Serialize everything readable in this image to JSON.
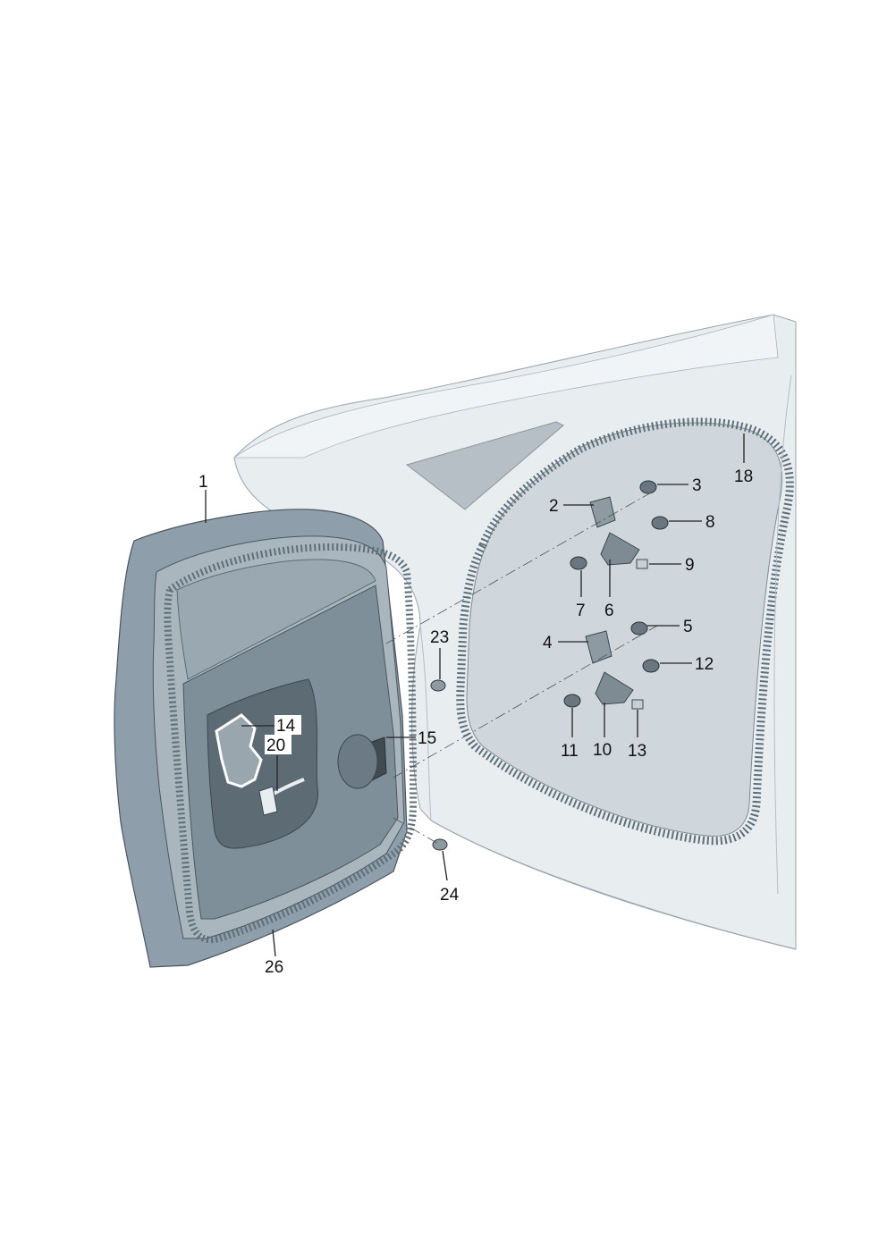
{
  "colors": {
    "body_fill": "#e7ecef",
    "body_shade": "#d6dde2",
    "panel_fill": "#c9d2d8",
    "door_frame": "#8ea1ae",
    "door_inner": "#9aa9b3",
    "door_dark": "#5d6b75",
    "seal": "#6f7f8a",
    "outline": "#4a565e",
    "glass": "#b3bcc2"
  },
  "callouts": [
    {
      "id": "1",
      "text": "1"
    },
    {
      "id": "2",
      "text": "2"
    },
    {
      "id": "3",
      "text": "3"
    },
    {
      "id": "4",
      "text": "4"
    },
    {
      "id": "5",
      "text": "5"
    },
    {
      "id": "6",
      "text": "6"
    },
    {
      "id": "7",
      "text": "7"
    },
    {
      "id": "8",
      "text": "8"
    },
    {
      "id": "9",
      "text": "9"
    },
    {
      "id": "10",
      "text": "10"
    },
    {
      "id": "11",
      "text": "11"
    },
    {
      "id": "12",
      "text": "12"
    },
    {
      "id": "13",
      "text": "13"
    },
    {
      "id": "14",
      "text": "14"
    },
    {
      "id": "15",
      "text": "15"
    },
    {
      "id": "18",
      "text": "18"
    },
    {
      "id": "20",
      "text": "20"
    },
    {
      "id": "23",
      "text": "23"
    },
    {
      "id": "24",
      "text": "24"
    },
    {
      "id": "26",
      "text": "26"
    }
  ]
}
